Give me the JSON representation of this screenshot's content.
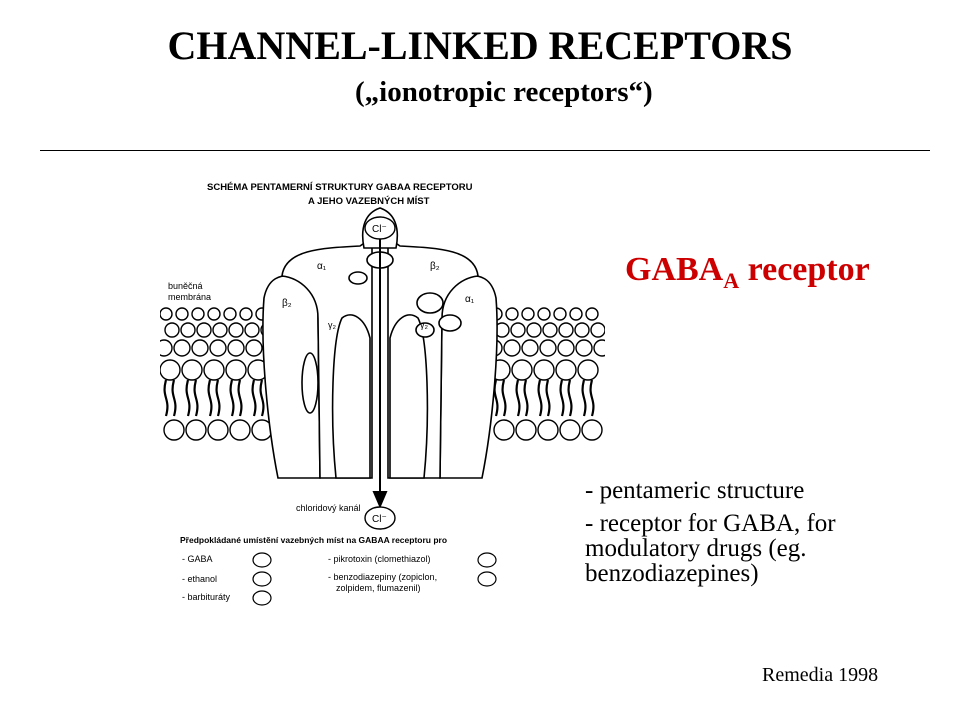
{
  "slide": {
    "title": "CHANNEL-LINKED RECEPTORS",
    "subtitle": "(„ionotropic receptors“)"
  },
  "receptor_label": {
    "main": "GABA",
    "subscript": "A",
    "suffix": " receptor",
    "color": "#cc0000"
  },
  "bullets": [
    "- pentameric structure",
    "- receptor for GABA, for modulatory drugs (eg. benzodiazepines)"
  ],
  "source": "Remedia 1998",
  "figure": {
    "heading_line1": "SCHÉMA PENTAMERNÍ STRUKTURY GABAA RECEPTORU",
    "heading_line2": "A JEHO VAZEBNÝCH MÍST",
    "membrane_label_line1": "buněčná",
    "membrane_label_line2": "membrána",
    "ion_top": "Cl⁻",
    "ion_bottom": "Cl⁻",
    "subunit_a1_left": "α₁",
    "subunit_b2_right": "β₂",
    "subunit_b2_left": "β₂",
    "subunit_a1_right": "α₁",
    "subunit_g2_left": "γ₂",
    "subunit_g2_right": "γ₂",
    "channel_label": "chloridový kanál",
    "legend_heading": "Předpokládané umístění vazebných míst na GABAA receptoru pro",
    "legend_left": [
      "- GABA",
      "- ethanol",
      "- barbituráty"
    ],
    "legend_right": [
      "- pikrotoxin (clomethiazol)",
      "- benzodiazepiny (zopiclon,",
      "zolpidem, flumazenil)"
    ],
    "icons": [
      "lipid-bilayer-icon",
      "binding-site-icon"
    ]
  }
}
